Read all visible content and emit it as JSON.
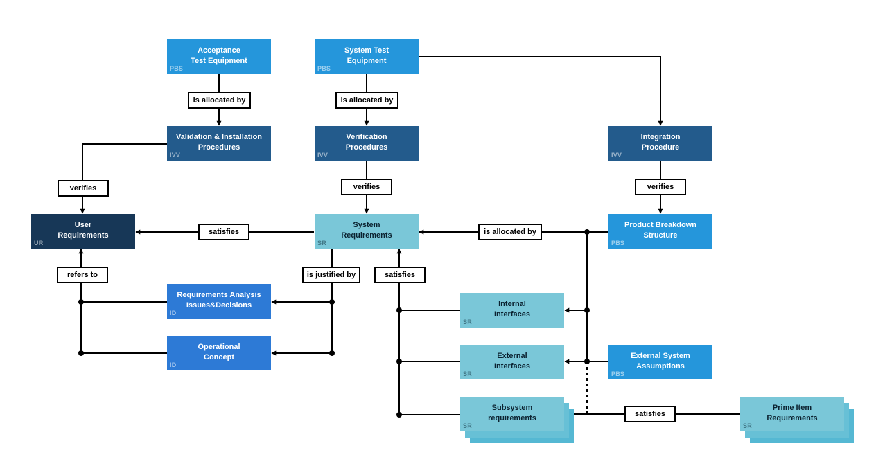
{
  "colors": {
    "pbs": "#2596db",
    "ivv": "#235b8c",
    "ur": "#173757",
    "sr": "#7ac7d8",
    "id": "#2d7ad6",
    "line": "#000000"
  },
  "nodes": {
    "acceptance_test_equipment": {
      "label": "Acceptance\nTest Equipment",
      "tag": "PBS"
    },
    "system_test_equipment": {
      "label": "System Test\nEquipment",
      "tag": "PBS"
    },
    "validation_installation_procedures": {
      "label": "Validation & Installation\nProcedures",
      "tag": "IVV"
    },
    "verification_procedures": {
      "label": "Verification\nProcedures",
      "tag": "IVV"
    },
    "integration_procedure": {
      "label": "Integration\nProcedure",
      "tag": "IVV"
    },
    "user_requirements": {
      "label": "User\nRequirements",
      "tag": "UR"
    },
    "system_requirements": {
      "label": "System\nRequirements",
      "tag": "SR"
    },
    "product_breakdown_structure": {
      "label": "Product Breakdown\nStructure",
      "tag": "PBS"
    },
    "requirements_analysis": {
      "label": "Requirements Analysis\nIssues&Decisions",
      "tag": "ID"
    },
    "operational_concept": {
      "label": "Operational\nConcept",
      "tag": "ID"
    },
    "internal_interfaces": {
      "label": "Internal\nInterfaces",
      "tag": "SR"
    },
    "external_interfaces": {
      "label": "External\nInterfaces",
      "tag": "SR"
    },
    "external_system_assumptions": {
      "label": "External System\nAssumptions",
      "tag": "PBS"
    },
    "subsystem_requirements": {
      "label": "Subsystem\nrequirements",
      "tag": "SR"
    },
    "prime_item_requirements": {
      "label": "Prime Item\nRequirements",
      "tag": "SR"
    }
  },
  "relations": {
    "is_allocated_by_1": "is allocated by",
    "is_allocated_by_2": "is allocated by",
    "is_allocated_by_3": "is allocated by",
    "verifies_1": "verifies",
    "verifies_2": "verifies",
    "verifies_3": "verifies",
    "satisfies_1": "satisfies",
    "satisfies_2": "satisfies",
    "satisfies_3": "satisfies",
    "is_justified_by": "is justified by",
    "refers_to": "refers to"
  }
}
